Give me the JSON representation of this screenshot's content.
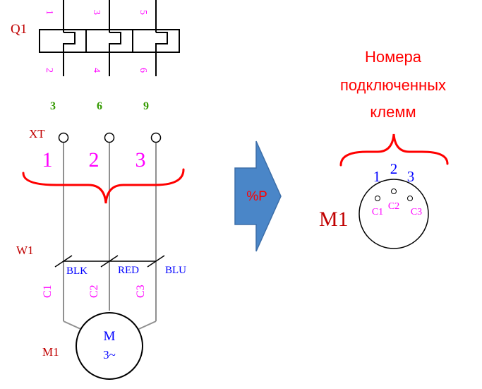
{
  "colors": {
    "red": "#ff0000",
    "dark_red": "#c00000",
    "magenta": "#ff00ff",
    "blue": "#0000ff",
    "green": "#339900",
    "arrow_fill": "#4a86c8",
    "arrow_stroke": "#3c6ea8",
    "wire": "#909090",
    "line": "#000000"
  },
  "left_diagram": {
    "breaker_label": "Q1",
    "terminals_top": [
      "1",
      "3",
      "5"
    ],
    "terminals_bottom": [
      "2",
      "4",
      "6"
    ],
    "wire_numbers": [
      "3",
      "6",
      "9"
    ],
    "terminal_block_label": "XT",
    "terminal_numbers": [
      "1",
      "2",
      "3"
    ],
    "cable_label": "W1",
    "wire_colors": [
      "BLK",
      "RED",
      "BLU"
    ],
    "motor_wire_labels": [
      "C1",
      "C2",
      "C3"
    ],
    "motor_label": "M1",
    "motor_symbol": "M",
    "motor_phase": "3~"
  },
  "arrow": {
    "label": "%P"
  },
  "right_diagram": {
    "caption_lines": [
      "Номера",
      "подключенных",
      "клемм"
    ],
    "numbers": [
      "1",
      "2",
      "3"
    ],
    "motor_label": "M1",
    "pin_labels": [
      "C1",
      "C2",
      "C3"
    ]
  }
}
